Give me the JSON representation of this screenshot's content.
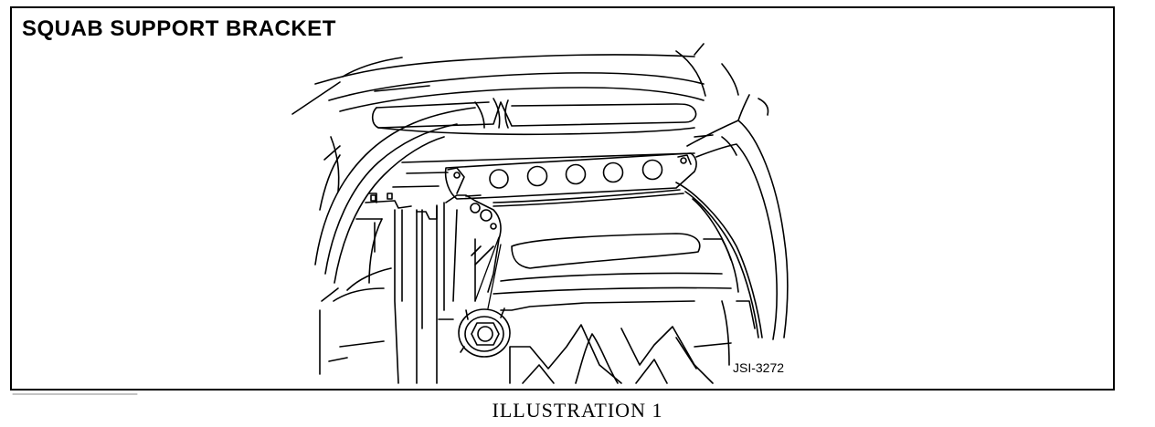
{
  "title": "SQUAB SUPPORT BRACKET",
  "figure_code": "JSI-3272",
  "caption": "ILLUSTRATION 1",
  "colors": {
    "ink": "#000000",
    "paper": "#ffffff"
  },
  "figure": {
    "subject": "squab support bracket",
    "bracket_holes": 5
  }
}
